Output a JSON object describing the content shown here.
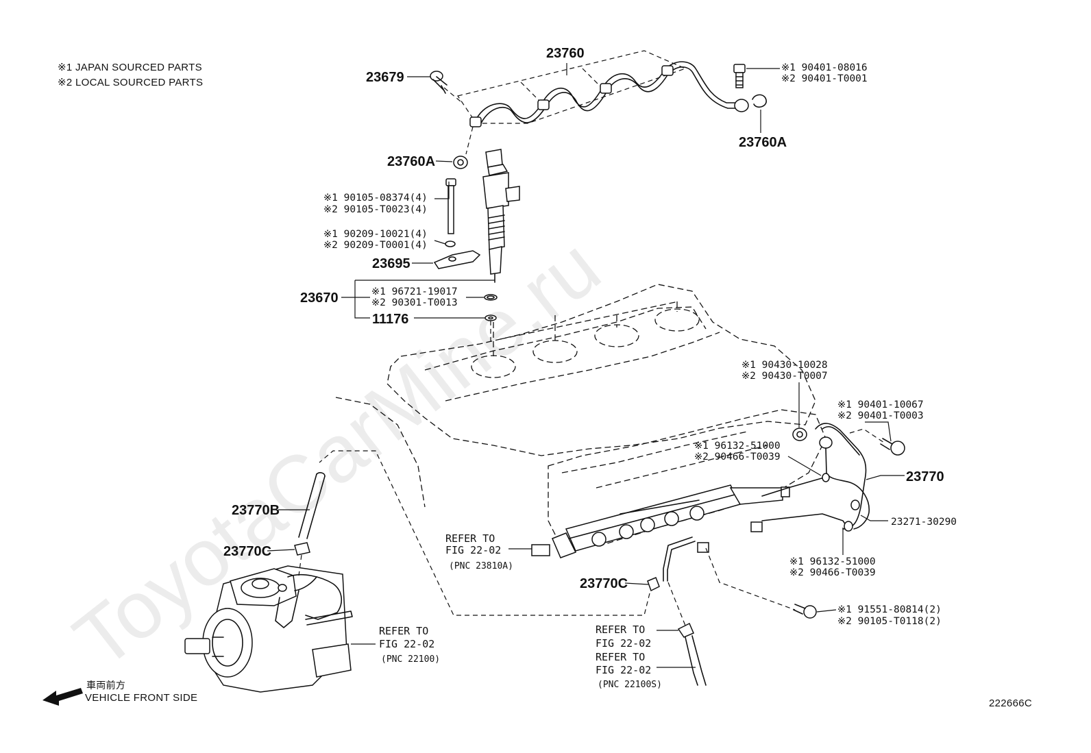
{
  "notes": {
    "note1": "※1 JAPAN SOURCED PARTS",
    "note2": "※2 LOCAL SOURCED PARTS"
  },
  "direction": {
    "jp": "車両前方",
    "en": "VEHICLE FRONT SIDE"
  },
  "diagram_code": "222666C",
  "watermark": "ToyotaCarMine.ru",
  "labels": {
    "p23760": "23760",
    "p23679": "23679",
    "p23760A_top": "23760A",
    "p23760A_left": "23760A",
    "bolt_top_1": "※1 90401-08016",
    "bolt_top_2": "※2 90401-T0001",
    "bolt_inj_1": "※1 90105-08374(4)",
    "bolt_inj_2": "※2 90105-T0023(4)",
    "washer_1": "※1 90209-10021(4)",
    "washer_2": "※2 90209-T0001(4)",
    "p23695": "23695",
    "p23670": "23670",
    "oring_1": "※1 96721-19017",
    "oring_2": "※2 90301-T0013",
    "p11176": "11176",
    "gasket_1": "※1 90430-10028",
    "gasket_2": "※2 90430-T0007",
    "union_1": "※1 90401-10067",
    "union_2": "※2 90401-T0003",
    "clip_a_1": "※1 96132-51000",
    "clip_a_2": "※2 90466-T0039",
    "p23770": "23770",
    "p23271": "23271-30290",
    "clip_b_1": "※1 96132-51000",
    "clip_b_2": "※2 90466-T0039",
    "flange_1": "※1 91551-80814(2)",
    "flange_2": "※2 90105-T0118(2)",
    "p23770B": "23770B",
    "p23770C_left": "23770C",
    "p23770C_mid": "23770C",
    "ref_a_1": "REFER TO",
    "ref_a_2": "FIG 22-02",
    "ref_a_3": "(PNC 23810A)",
    "ref_b_1": "REFER TO",
    "ref_b_2": "FIG 22-02",
    "ref_b_3": "(PNC 22100)",
    "ref_c_1": "REFER TO",
    "ref_c_2": "FIG 22-02",
    "ref_d_1": "REFER TO",
    "ref_d_2": "FIG 22-02",
    "ref_d_3": "(PNC 22100S)"
  },
  "icons": {
    "direction_arrow": "arrow-left-icon"
  }
}
